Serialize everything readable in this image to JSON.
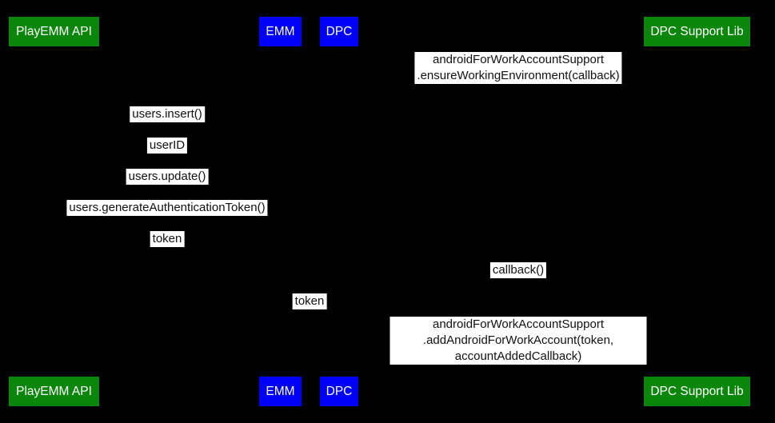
{
  "diagram": {
    "type": "sequence",
    "background_color": "#000000",
    "label_bg_color": "#ffffff",
    "label_text_color": "#111111",
    "participant_text_color": "#ffffff",
    "participant_green": "#0a860a",
    "participant_blue": "#0000fa",
    "participants": [
      {
        "name": "PlayEMM API",
        "color": "#0a860a"
      },
      {
        "name": "EMM",
        "color": "#0000fa"
      },
      {
        "name": "DPC",
        "color": "#0000fa"
      },
      {
        "name": "DPC Support Lib",
        "color": "#0a860a"
      }
    ],
    "messages": [
      {
        "label": "androidForWorkAccountSupport\n.ensureWorkingEnvironment(callback)",
        "between": [
          "DPC",
          "DPC Support Lib"
        ]
      },
      {
        "label": "users.insert()",
        "between": [
          "PlayEMM API",
          "EMM"
        ]
      },
      {
        "label": "userID",
        "between": [
          "PlayEMM API",
          "EMM"
        ]
      },
      {
        "label": "users.update()",
        "between": [
          "PlayEMM API",
          "EMM"
        ]
      },
      {
        "label": "users.generateAuthenticationToken()",
        "between": [
          "PlayEMM API",
          "EMM"
        ]
      },
      {
        "label": "token",
        "between": [
          "PlayEMM API",
          "EMM"
        ]
      },
      {
        "label": "callback()",
        "between": [
          "DPC",
          "DPC Support Lib"
        ]
      },
      {
        "label": "token",
        "between": [
          "EMM",
          "DPC"
        ]
      },
      {
        "label": "androidForWorkAccountSupport\n.addAndroidForWorkAccount(token, accountAddedCallback)",
        "between": [
          "DPC",
          "DPC Support Lib"
        ]
      }
    ]
  }
}
